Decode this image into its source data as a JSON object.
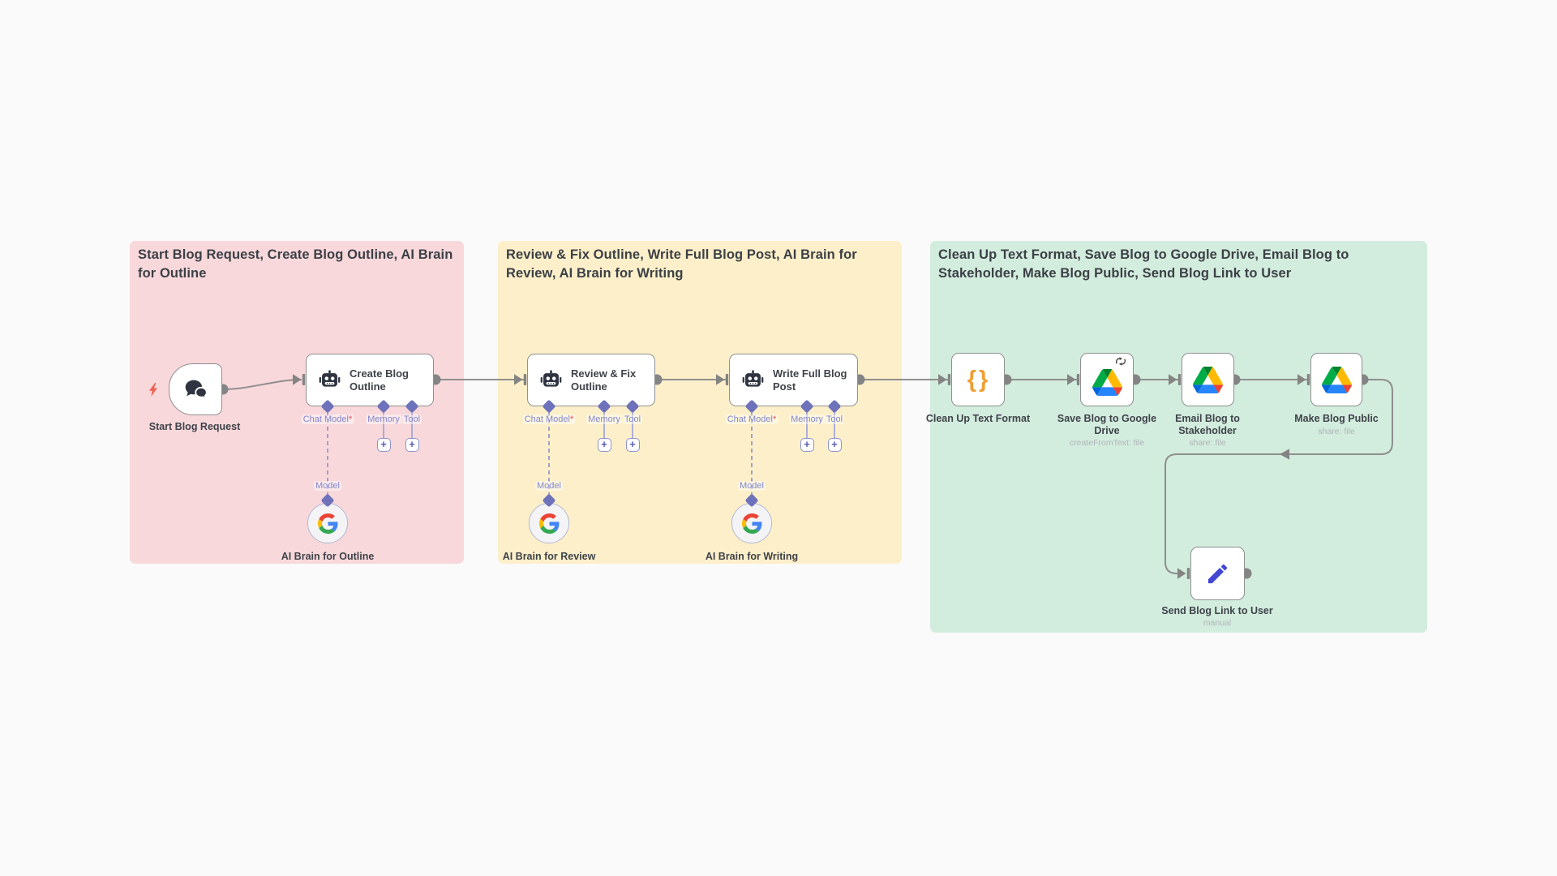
{
  "app": {
    "name": "workflow canvas"
  },
  "groups": {
    "outline": {
      "title": "Start Blog Request, Create Blog Outline, AI Brain for Outline",
      "color": "#f8d8db"
    },
    "writing": {
      "title": "Review & Fix Outline, Write Full Blog Post, AI Brain for Review, AI Brain for Writing",
      "color": "#fcefc9"
    },
    "publish": {
      "title": "Clean Up Text Format, Save Blog to Google Drive, Email Blog to Stakeholder, Make Blog Public, Send Blog Link to User",
      "color": "#d2ecdd"
    }
  },
  "nodes": {
    "start": {
      "label": "Start Blog Request",
      "icon": "chat-bubbles"
    },
    "create_outline": {
      "label": "Create Blog Outline",
      "icon": "robot"
    },
    "review_fix": {
      "label": "Review & Fix Outline",
      "icon": "robot"
    },
    "write_post": {
      "label": "Write Full Blog Post",
      "icon": "robot"
    },
    "clean_up": {
      "label": "Clean Up Text Format",
      "icon": "curly-braces"
    },
    "save_drive": {
      "label": "Save Blog to Google Drive",
      "subtitle": "createFromText: file",
      "icon": "google-drive",
      "badge": "retry"
    },
    "email_stakeholder": {
      "label": "Email Blog to Stakeholder",
      "subtitle": "share: file",
      "icon": "google-drive"
    },
    "make_public": {
      "label": "Make Blog Public",
      "subtitle": "share: file",
      "icon": "google-drive"
    },
    "send_link": {
      "label": "Send Blog Link to User",
      "subtitle": "manual",
      "icon": "pencil"
    },
    "brain_outline": {
      "label": "AI Brain for Outline",
      "icon": "google-g"
    },
    "brain_review": {
      "label": "AI Brain for Review",
      "icon": "google-g"
    },
    "brain_writing": {
      "label": "AI Brain for Writing",
      "icon": "google-g"
    }
  },
  "ports": {
    "chat_model": "Chat Model",
    "required_mark": "*",
    "memory": "Memory",
    "tool": "Tool",
    "model": "Model",
    "add_button": "+"
  },
  "colors": {
    "canvas_bg": "#fafafa",
    "group_pink": "#f8d8db",
    "group_yellow": "#fcefc9",
    "group_green": "#d2ecdd",
    "connector": "#8f8f8f",
    "port_diamond": "#6d72ba",
    "port_label": "#8287cb",
    "required_mark": "#e5484d",
    "braces_icon": "#ef9f31",
    "pencil_icon": "#4348d2",
    "bolt_icon": "#ee6352"
  }
}
